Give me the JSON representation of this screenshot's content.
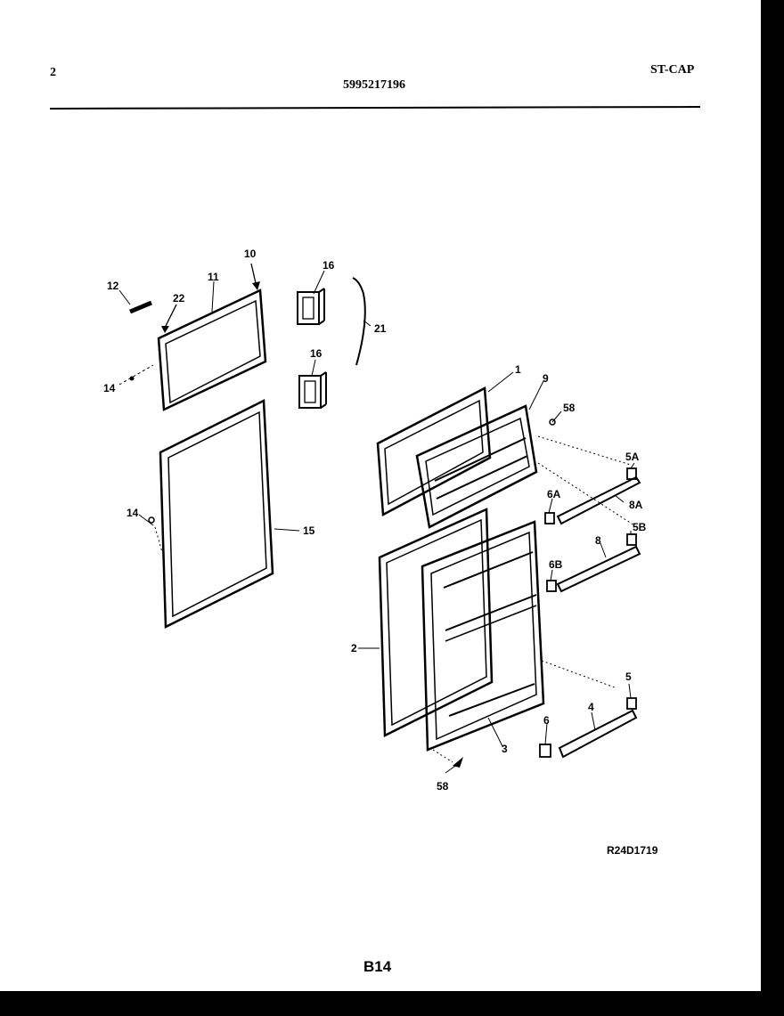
{
  "header": {
    "page_number": "2",
    "part_number": "5995217196",
    "model_code": "ST-CAP"
  },
  "callouts": {
    "c1": "1",
    "c2": "2",
    "c3": "3",
    "c4": "4",
    "c5": "5",
    "c5A": "5A",
    "c5B": "5B",
    "c6": "6",
    "c6A": "6A",
    "c6B": "6B",
    "c8": "8",
    "c8A": "8A",
    "c9": "9",
    "c10": "10",
    "c11": "11",
    "c12": "12",
    "c14a": "14",
    "c14b": "14",
    "c15": "15",
    "c16a": "16",
    "c16b": "16",
    "c21": "21",
    "c22": "22",
    "c58a": "58",
    "c58b": "58"
  },
  "footer": {
    "drawing_code": "R24D1719",
    "page_id": "B14"
  }
}
